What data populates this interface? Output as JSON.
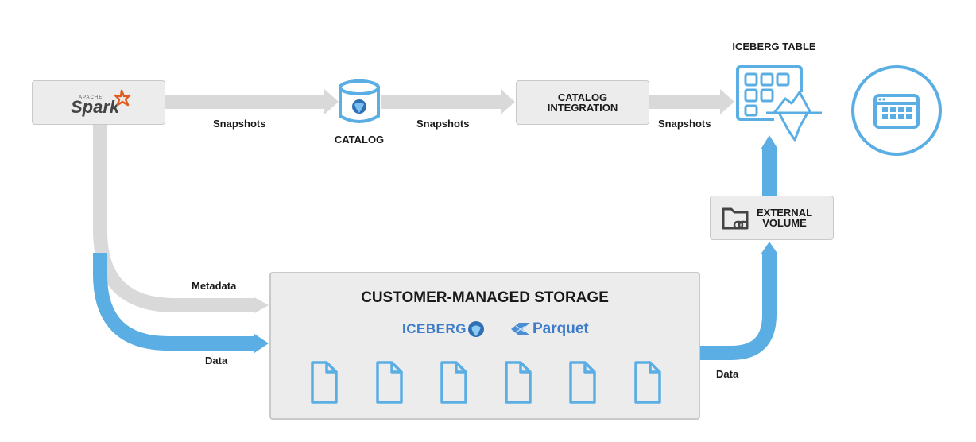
{
  "spark": {
    "apache": "APACHE",
    "name": "Spark"
  },
  "catalog": {
    "label": "CATALOG"
  },
  "catalog_integration": {
    "line1": "CATALOG",
    "line2": "INTEGRATION"
  },
  "iceberg_table": {
    "title": "ICEBERG TABLE"
  },
  "external_volume": {
    "line1": "EXTERNAL",
    "line2": "VOLUME"
  },
  "storage": {
    "title": "CUSTOMER-MANAGED STORAGE",
    "iceberg_logo": "ICEBERG",
    "parquet_logo": "Parquet",
    "file_count": 6
  },
  "edges": {
    "snapshots_1": "Snapshots",
    "snapshots_2": "Snapshots",
    "snapshots_3": "Snapshots",
    "metadata": "Metadata",
    "data_in": "Data",
    "data_out": "Data"
  },
  "colors": {
    "blue": "#5aaee3",
    "gray_arrow": "#d9d9d9",
    "box_fill": "#ececec",
    "box_border": "#c9c9c9"
  },
  "icons": [
    "spark-logo",
    "catalog-database-icon",
    "iceberg-table-icon",
    "table-circle-icon",
    "folder-link-icon",
    "file-icon"
  ]
}
